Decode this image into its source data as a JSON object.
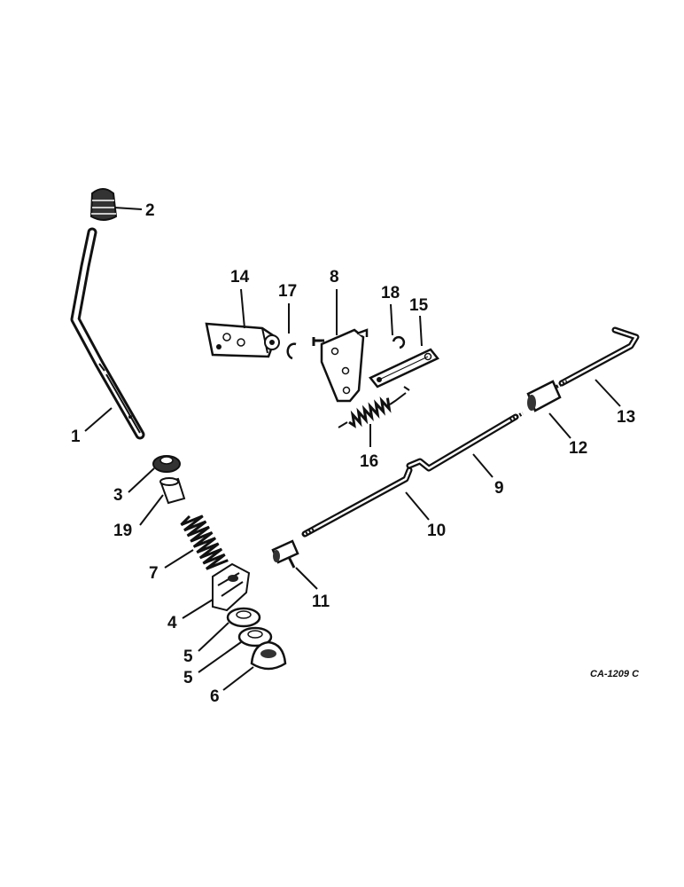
{
  "labels": {
    "p1": "1",
    "p2": "2",
    "p3": "3",
    "p4": "4",
    "p5a": "5",
    "p5b": "5",
    "p6": "6",
    "p7": "7",
    "p8": "8",
    "p9": "9",
    "p10": "10",
    "p11": "11",
    "p12": "12",
    "p13": "13",
    "p14": "14",
    "p15": "15",
    "p16": "16",
    "p17": "17",
    "p18": "18",
    "p19": "19"
  },
  "drawing_code": "CA-1209 C"
}
